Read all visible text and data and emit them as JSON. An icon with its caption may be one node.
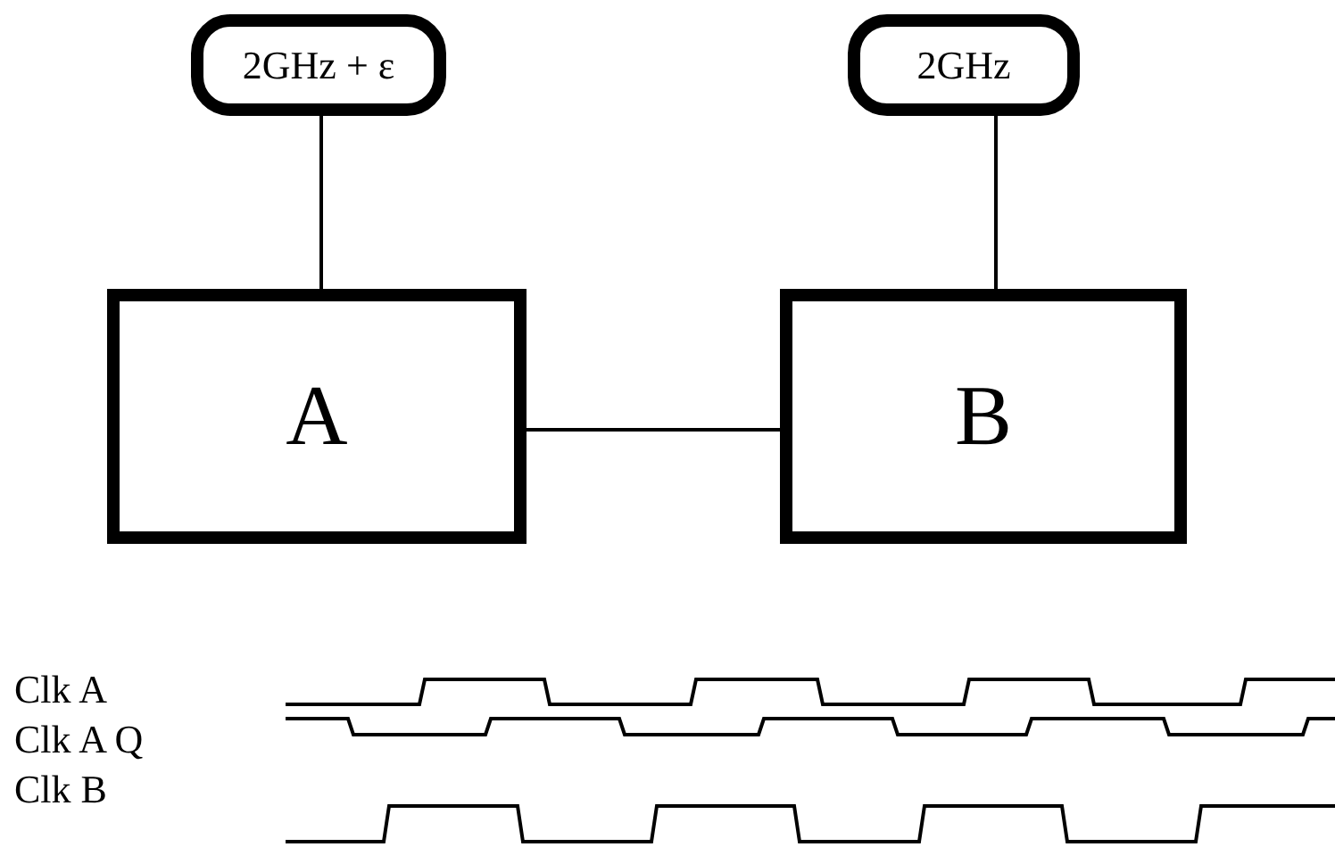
{
  "diagram": {
    "nodes": [
      {
        "text": [
          "2GHz + ε"
        ]
      },
      {
        "text": [
          "2GHz"
        ]
      },
      {
        "text": [
          "A"
        ]
      },
      {
        "text": [
          "B"
        ]
      }
    ],
    "edges": [
      {
        "from": 0,
        "to": 2,
        "arrow": "none"
      },
      {
        "from": 1,
        "to": 3,
        "arrow": "none"
      },
      {
        "from": 2,
        "to": 3,
        "arrow": "none"
      }
    ],
    "labels": [
      "Clk A",
      "Clk A Q",
      "Clk B"
    ]
  }
}
